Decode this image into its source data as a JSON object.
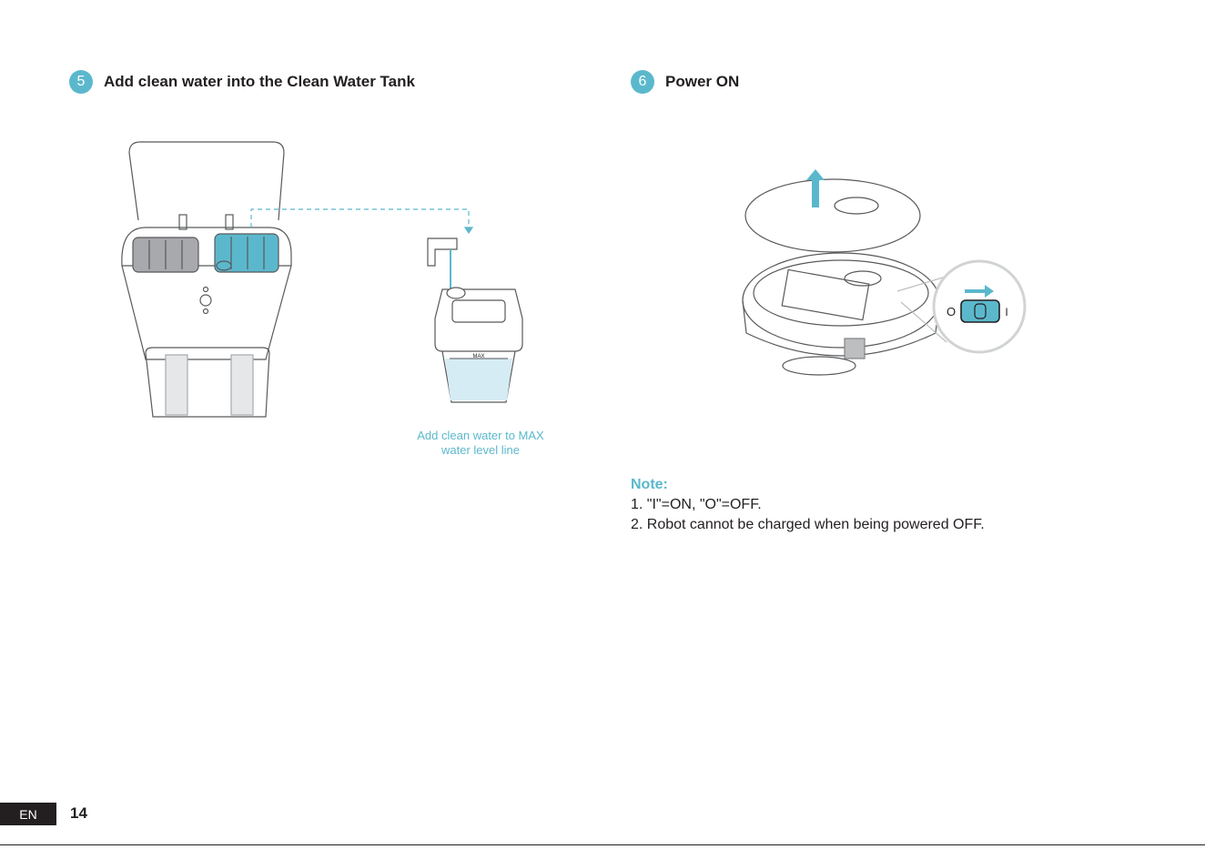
{
  "steps": [
    {
      "number": "5",
      "title": "Add clean water into the Clean Water Tank"
    },
    {
      "number": "6",
      "title": "Power ON"
    }
  ],
  "figure_station": {
    "caption_line1": "Add clean water to MAX",
    "caption_line2": "water level line",
    "tank_label": "MAX",
    "accent_color": "#5bb8cc",
    "water_color": "#d6ecf4"
  },
  "figure_robot": {
    "switch_off_symbol": "O",
    "switch_on_symbol": "I"
  },
  "note": {
    "title": "Note:",
    "items": [
      "1. \"I\"=ON, \"O\"=OFF.",
      "2. Robot cannot be charged when being powered OFF."
    ]
  },
  "footer": {
    "language": "EN",
    "page_number": "14"
  }
}
